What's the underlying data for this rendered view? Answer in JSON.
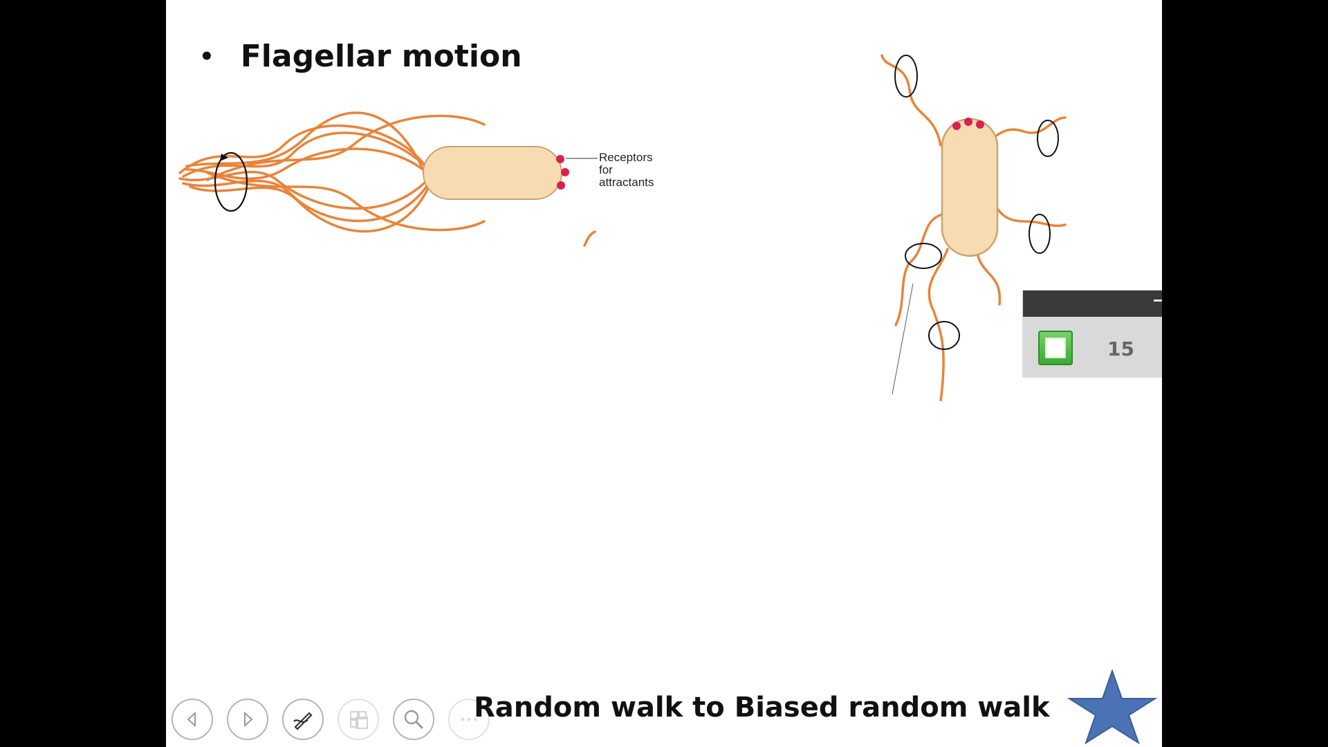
{
  "slide": {
    "bullet": "Flagellar motion",
    "receptor_label": [
      "Receptors",
      "for",
      "attractants"
    ],
    "subtitle": "Random walk to Biased random walk"
  },
  "timer_widget": {
    "count": "15",
    "stop_icon": "stop-icon"
  },
  "slideshow_controls": [
    {
      "name": "previous-slide-button",
      "icon": "chevron-left-icon"
    },
    {
      "name": "next-slide-button",
      "icon": "chevron-right-icon"
    },
    {
      "name": "pen-tool-button",
      "icon": "pen-icon"
    },
    {
      "name": "see-all-slides-button",
      "icon": "slides-grid-icon"
    },
    {
      "name": "zoom-button",
      "icon": "magnifier-icon"
    },
    {
      "name": "more-options-button",
      "icon": "ellipsis-icon"
    }
  ],
  "colors": {
    "flagella": "#e8843a",
    "cell_fill": "#f7dcb1",
    "cell_stroke": "#c9a273",
    "receptor": "#d9204f",
    "star": "#4a72b5",
    "timer_green": "#4cb843"
  }
}
